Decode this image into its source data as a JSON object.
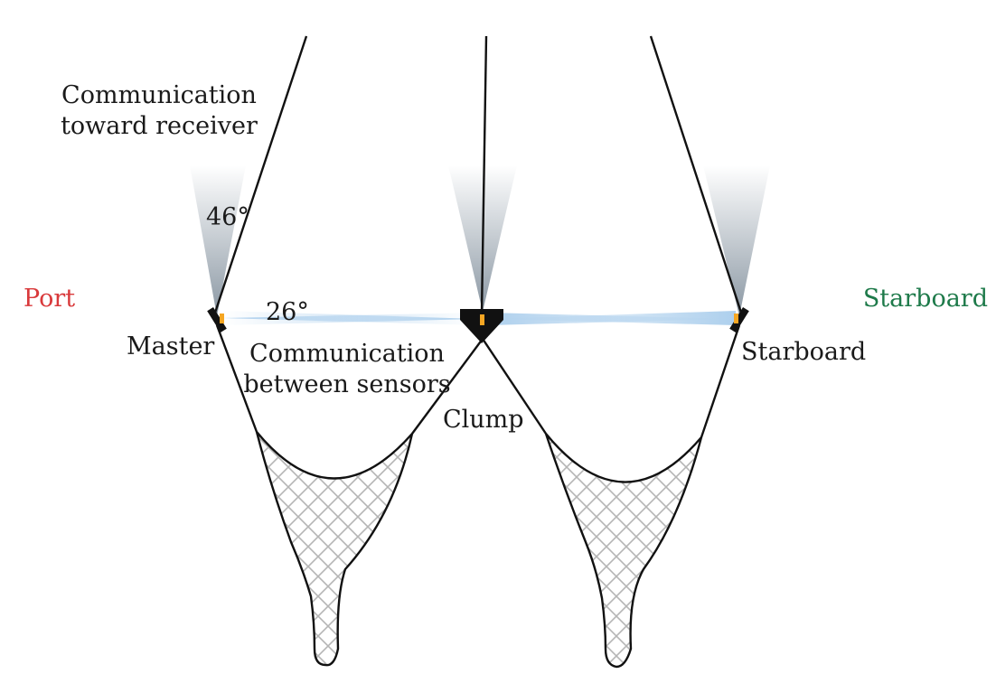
{
  "labels": {
    "comm_receiver_line1": "Communication",
    "comm_receiver_line2": "toward receiver",
    "angle_receiver": "46°",
    "angle_sensors": "26°",
    "port": "Port",
    "starboard_side": "Starboard",
    "master": "Master",
    "comm_sensors_line1": "Communication",
    "comm_sensors_line2": "between sensors",
    "starboard_sensor": "Starboard",
    "clump": "Clump"
  },
  "colors": {
    "port": "#d9393b",
    "starboard": "#1e7a4a",
    "sensor_indicator": "#f5a623",
    "beam_receiver": "#8a97a3",
    "beam_sensors": "#a9cdec",
    "net_mesh": "#b5b5b5"
  }
}
